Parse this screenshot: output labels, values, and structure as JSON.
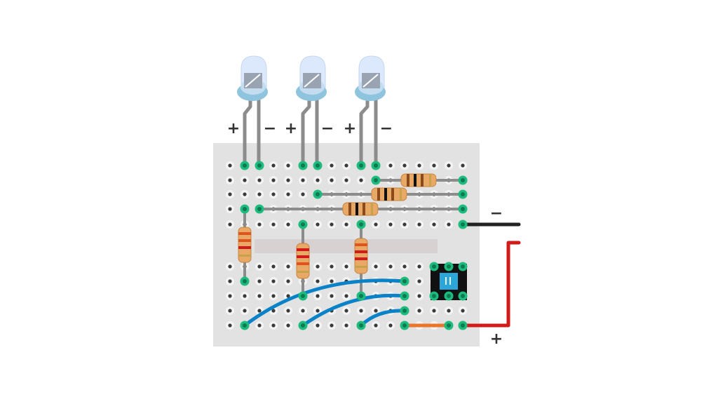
{
  "polarity": {
    "plus": "+",
    "minus": "−"
  },
  "leds": [
    {
      "name": "led-1",
      "color": "clear-white"
    },
    {
      "name": "led-2",
      "color": "clear-white"
    },
    {
      "name": "led-3",
      "color": "clear-white"
    }
  ],
  "components": {
    "resistors": 6,
    "push_button": 1,
    "jumper_wires": [
      "blue",
      "blue",
      "blue",
      "orange"
    ],
    "power_leads": [
      "black",
      "red"
    ]
  },
  "colors": {
    "board": "#e2e2e2",
    "channel": "#d6cfcf",
    "hole": "#3a3a3a",
    "connected": "#1dbb7d",
    "lead": "#8c8c8c",
    "blue_wire": "#0a82c8",
    "orange_wire": "#e8762b",
    "red_wire": "#d11a1a",
    "black_wire": "#222222",
    "resistor_body": "#e8a866",
    "button_cap": "#2aa6d9"
  }
}
